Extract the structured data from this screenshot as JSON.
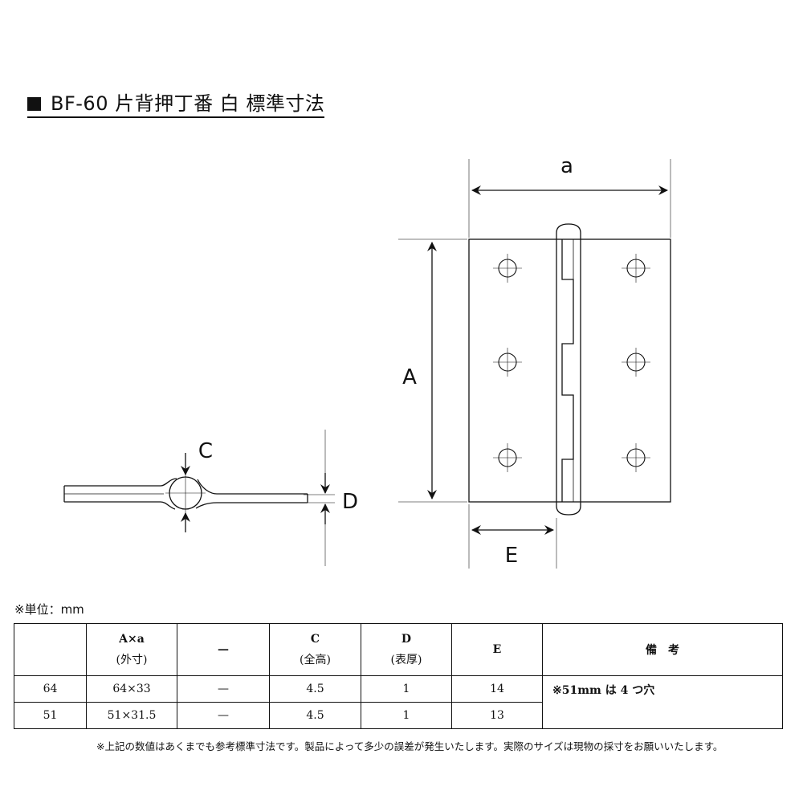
{
  "title": "BF-60 片背押丁番 白 標準寸法",
  "diagram": {
    "label_a": "a",
    "label_A": "A",
    "label_C": "C",
    "label_D": "D",
    "label_E": "E"
  },
  "unit_note": "※単位：mm",
  "table": {
    "headers": {
      "size": "",
      "axa": "A×a",
      "axa_sub": "(外寸)",
      "dash": "—",
      "c": "C",
      "c_sub": "(全高)",
      "d": "D",
      "d_sub": "(表厚)",
      "e": "E",
      "remarks": "備　考"
    },
    "rows": [
      {
        "size": "64",
        "axa": "64×33",
        "dash": "—",
        "c": "4.5",
        "d": "1",
        "e": "14"
      },
      {
        "size": "51",
        "axa": "51×31.5",
        "dash": "—",
        "c": "4.5",
        "d": "1",
        "e": "13"
      }
    ],
    "remarks_text": "※51mm は 4 つ穴"
  },
  "footnote": "※上記の数値はあくまでも参考標準寸法です。製品によって多少の誤差が発生いたします。実際のサイズは現物の採寸をお願いいたします。"
}
